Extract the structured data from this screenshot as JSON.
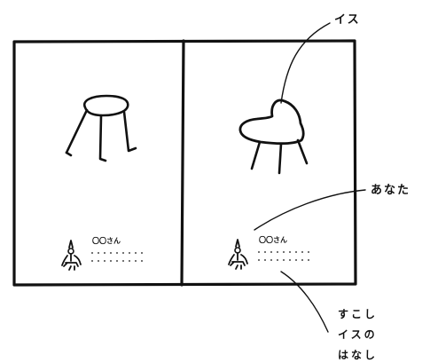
{
  "callouts": {
    "chair": "イス",
    "you": "あなた",
    "line1": "すこし",
    "line2": "イスの",
    "line3": "はなし"
  },
  "panels": [
    {
      "name": "left",
      "caption_title": "〇〇さん"
    },
    {
      "name": "right",
      "caption_title": "〇〇さん"
    }
  ]
}
